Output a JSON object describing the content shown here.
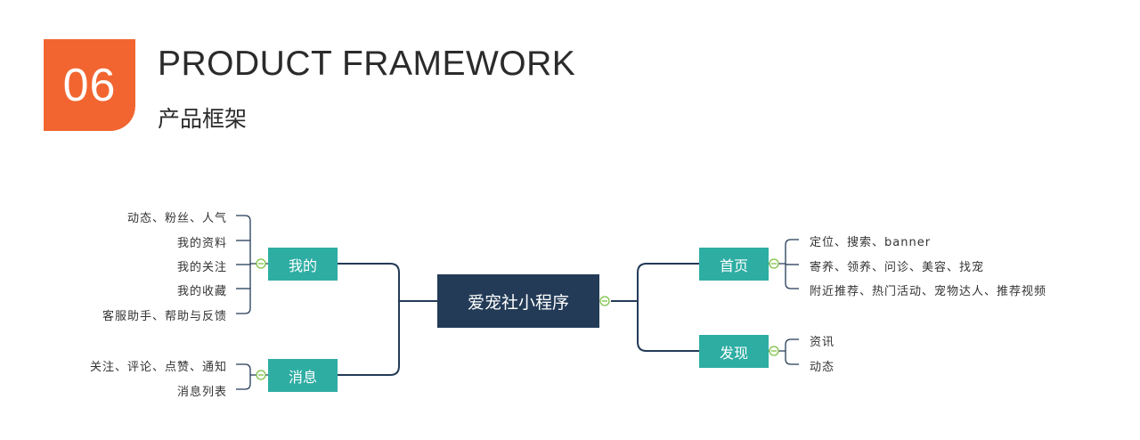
{
  "header": {
    "badge": "06",
    "title_en": "PRODUCT FRAMEWORK",
    "title_cn": "产品框架"
  },
  "colors": {
    "badge": "#F26530",
    "root": "#233B57",
    "branch": "#2EADA3",
    "line": "#233B57",
    "toggle": "#7BC142"
  },
  "mindmap": {
    "root": "爱宠社小程序",
    "left": [
      {
        "label": "我的",
        "children": [
          "动态、粉丝、人气",
          "我的资料",
          "我的关注",
          "我的收藏",
          "客服助手、帮助与反馈"
        ]
      },
      {
        "label": "消息",
        "children": [
          "关注、评论、点赞、通知",
          "消息列表"
        ]
      }
    ],
    "right": [
      {
        "label": "首页",
        "children": [
          "定位、搜索、banner",
          "寄养、领养、问诊、美容、找宠",
          "附近推荐、热门活动、宠物达人、推荐视频"
        ]
      },
      {
        "label": "发现",
        "children": [
          "资讯",
          "动态"
        ]
      }
    ]
  }
}
